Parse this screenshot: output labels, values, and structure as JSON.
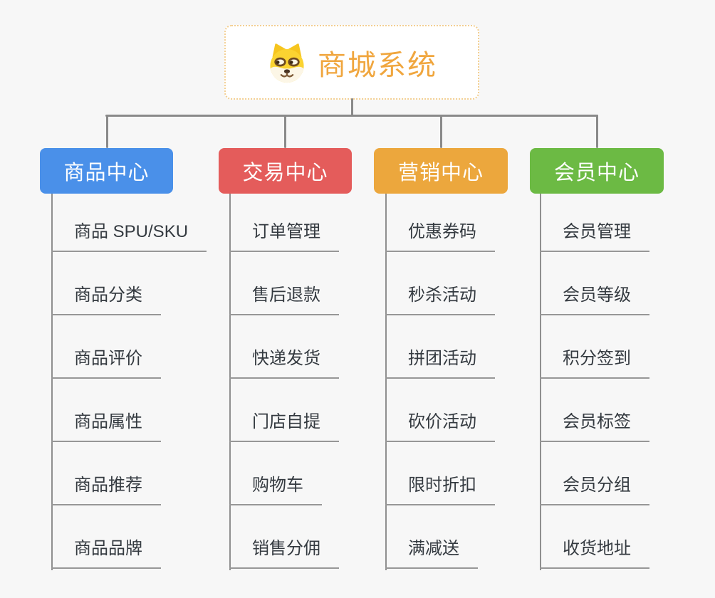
{
  "canvas": {
    "background": "#f7f7f7"
  },
  "root": {
    "title": "商城系统",
    "icon": "shiba-dog-icon",
    "accent_color": "#f0a63e",
    "border_color": "#f3cf92"
  },
  "branches": [
    {
      "label": "商品中心",
      "color": "#4a90e9",
      "children": [
        "商品 SPU/SKU",
        "商品分类",
        "商品评价",
        "商品属性",
        "商品推荐",
        "商品品牌"
      ]
    },
    {
      "label": "交易中心",
      "color": "#e45c5b",
      "children": [
        "订单管理",
        "售后退款",
        "快递发货",
        "门店自提",
        "购物车",
        "销售分佣"
      ]
    },
    {
      "label": "营销中心",
      "color": "#eca73d",
      "children": [
        "优惠券码",
        "秒杀活动",
        "拼团活动",
        "砍价活动",
        "限时折扣",
        "满减送"
      ]
    },
    {
      "label": "会员中心",
      "color": "#6cba44",
      "children": [
        "会员管理",
        "会员等级",
        "积分签到",
        "会员标签",
        "会员分组",
        "收货地址"
      ]
    }
  ],
  "connector_color": "#8a8a8a",
  "underline_color": "#979797",
  "item_text_color": "#343a40"
}
